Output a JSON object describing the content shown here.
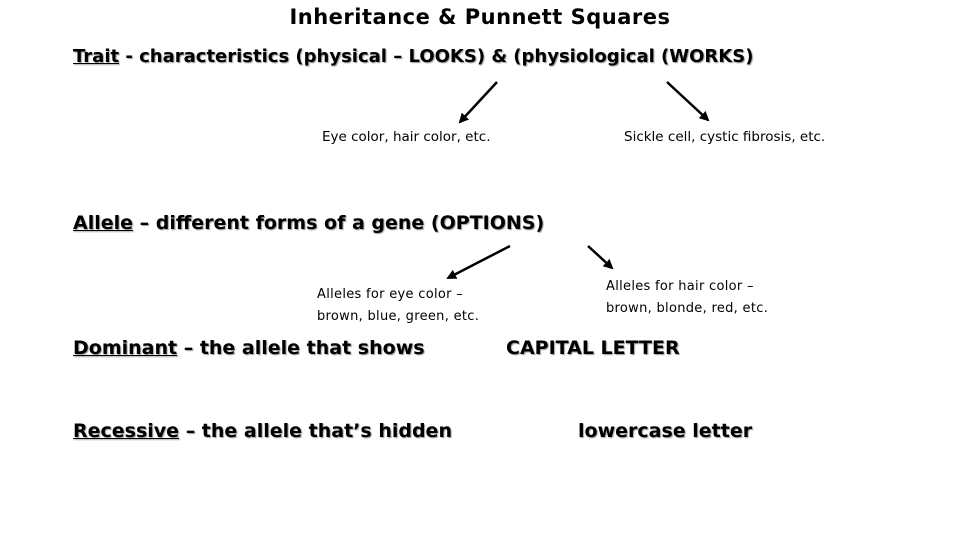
{
  "title": "Inheritance & Punnett Squares",
  "trait": {
    "term": "Trait",
    "definition": " -  characteristics (physical – LOOKS) & (physiological (WORKS)",
    "examples_left": "Eye color, hair color, etc.",
    "examples_right": "Sickle cell, cystic fibrosis, etc."
  },
  "allele": {
    "term": "Allele",
    "definition": " – different forms of a gene (OPTIONS)",
    "example_left_line1": "Alleles for eye color –",
    "example_left_line2": "brown, blue, green, etc.",
    "example_right_line1": "Alleles for hair color –",
    "example_right_line2": "brown, blonde, red, etc."
  },
  "dominant": {
    "term": "Dominant",
    "definition": " – the allele that shows",
    "notation": "CAPITAL LETTER"
  },
  "recessive": {
    "term": "Recessive",
    "definition": " – the allele that’s hidden",
    "notation": "lowercase letter"
  }
}
